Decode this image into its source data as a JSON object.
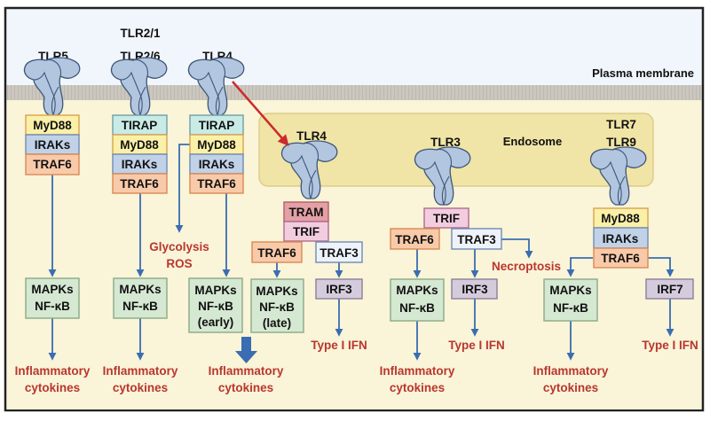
{
  "membrane_label": "Plasma membrane",
  "endosome_label": "Endosome",
  "colors": {
    "extracellular": "#f1f6fc",
    "cytoplasm": "#faf4d8",
    "membrane": "#c9c5bd",
    "endosome": "#f0e4a6",
    "receptor": "#b3c6df",
    "arrow": "#3a6db1",
    "red_arrow": "#cc2b2b",
    "output_text": "#b8372e",
    "MyD88": "#fbf0a8",
    "IRAKs": "#c1d2e8",
    "TRAF6": "#f9caa9",
    "TIRAP": "#c9ebe6",
    "TRAM": "#e3a0a6",
    "TRIF": "#f2cde0",
    "TRAF3": "#eef3fb",
    "MAPKs": "#d5e8d2",
    "IRF": "#d4ccdc"
  },
  "receptors": [
    {
      "id": "tlr5",
      "labels": [
        "TLR5"
      ]
    },
    {
      "id": "tlr2",
      "labels": [
        "TLR2/1",
        "TLR2/6"
      ]
    },
    {
      "id": "tlr4-surface",
      "labels": [
        "TLR4"
      ]
    },
    {
      "id": "tlr4-endosome",
      "labels": [
        "TLR4"
      ]
    },
    {
      "id": "tlr3",
      "labels": [
        "TLR3"
      ]
    },
    {
      "id": "tlr7-9",
      "labels": [
        "TLR7",
        "TLR9"
      ]
    }
  ],
  "adaptors": {
    "tlr5": [
      "MyD88",
      "IRAKs",
      "TRAF6"
    ],
    "tlr2": [
      "TIRAP",
      "MyD88",
      "IRAKs",
      "TRAF6"
    ],
    "tlr4_surface": [
      "TIRAP",
      "MyD88",
      "IRAKs",
      "TRAF6"
    ],
    "tlr4_endosome": [
      "TRAM",
      "TRIF"
    ],
    "tlr4_endosome_branches": [
      "TRAF6",
      "TRAF3"
    ],
    "tlr3": [
      "TRIF"
    ],
    "tlr3_branches": [
      "TRAF6",
      "TRAF3"
    ],
    "tlr7_9": [
      "MyD88",
      "IRAKs",
      "TRAF6"
    ]
  },
  "effectors": {
    "mapks_1": [
      "MAPKs",
      "NF-κB"
    ],
    "mapks_2": [
      "MAPKs",
      "NF-κB"
    ],
    "mapks_early": [
      "MAPKs",
      "NF-κB",
      "(early)"
    ],
    "mapks_late": [
      "MAPKs",
      "NF-κB",
      "(late)"
    ],
    "irf3_a": "IRF3",
    "mapks_3": [
      "MAPKs",
      "NF-κB"
    ],
    "irf3_b": "IRF3",
    "mapks_4": [
      "MAPKs",
      "NF-κB"
    ],
    "irf7": "IRF7"
  },
  "outputs": {
    "glycolysis": [
      "Glycolysis",
      "ROS"
    ],
    "necroptosis": "Necroptosis",
    "inflam_1": [
      "Inflammatory",
      "cytokines"
    ],
    "inflam_2": [
      "Inflammatory",
      "cytokines"
    ],
    "inflam_3": [
      "Inflammatory",
      "cytokines"
    ],
    "type1_a": "Type I IFN",
    "inflam_4": [
      "Inflammatory",
      "cytokines"
    ],
    "type1_b": "Type I IFN",
    "inflam_5": [
      "Inflammatory",
      "cytokines"
    ],
    "type1_c": "Type I IFN"
  }
}
